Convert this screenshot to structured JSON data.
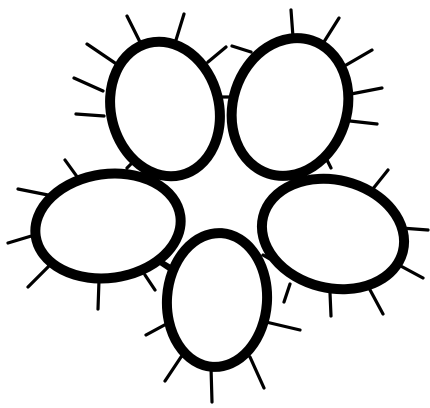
{
  "figure": {
    "description_label": "",
    "ring_count": 5,
    "ink_color": "#000000",
    "background_color": "#ffffff",
    "spikes_per_ring": [
      6,
      6,
      6,
      6,
      6
    ]
  }
}
